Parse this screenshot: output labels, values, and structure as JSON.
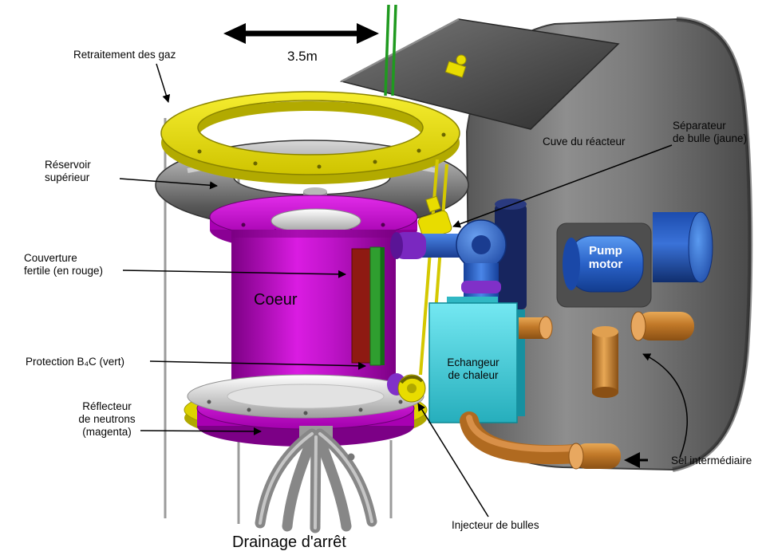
{
  "labels": {
    "gas_treatment": "Retraitement des gaz",
    "scale": "3.5m",
    "reactor_vessel": "Cuve du réacteur",
    "bubble_separator": "Séparateur\nde bulle (jaune)",
    "upper_reservoir": "Réservoir\nsupérieur",
    "fertile_blanket": "Couverture\nfertile (en rouge)",
    "core": "Coeur",
    "b4c_protection": "Protection B₄C (vert)",
    "neutron_reflector": "Réflecteur\nde neutrons\n(magenta)",
    "pump_motor": "Pump\nmotor",
    "heat_exchanger": "Echangeur\nde chaleur",
    "intermediate_salt": "Sel intermédiaire",
    "bubble_injector": "Injecteur de bulles",
    "shutdown_drain": "Drainage d'arrêt"
  },
  "colors": {
    "jaune": "#e6da00",
    "magenta": "#c000c8",
    "rouge": "#8e1a12",
    "vert": "#2f9e2f",
    "cyan": "#3ecbdc",
    "bleu": "#2a62c8",
    "cuivre": "#c07a2e",
    "gris_cuve": "#6e6e6e"
  }
}
